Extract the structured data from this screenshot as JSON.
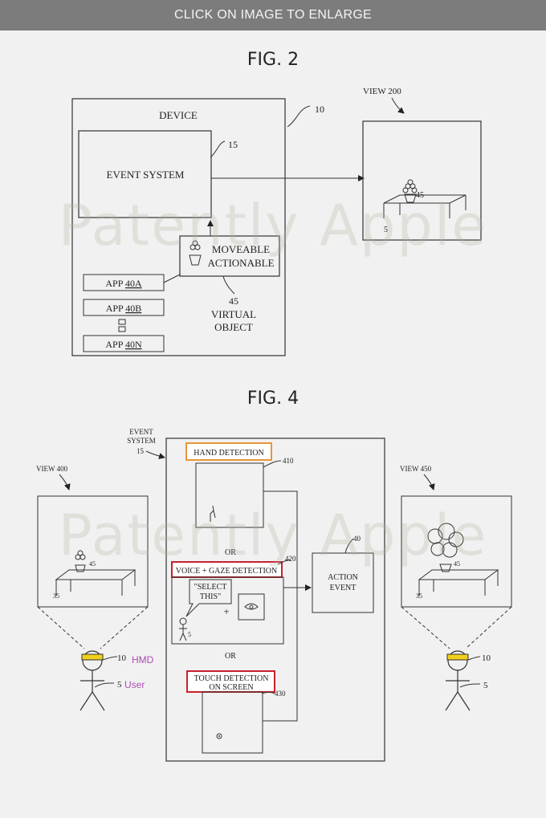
{
  "banner": {
    "label": "CLICK ON IMAGE TO ENLARGE"
  },
  "watermark": "Patently Apple",
  "fig2": {
    "title": "FIG. 2",
    "device_label": "DEVICE",
    "device_ref": "10",
    "event_system_label": "EVENT SYSTEM",
    "event_system_ref": "15",
    "view_label": "VIEW 200",
    "virtual_object_ref_top": "45",
    "table_ref": "5",
    "moveable_line1": "MOVEABLE",
    "moveable_line2": "ACTIONABLE",
    "vo_ref": "45",
    "vo_line1": "VIRTUAL",
    "vo_line2": "OBJECT",
    "apps": [
      {
        "prefix": "APP ",
        "id": "40A"
      },
      {
        "prefix": "APP ",
        "id": "40B"
      },
      {
        "prefix": "APP ",
        "id": "40N"
      }
    ]
  },
  "fig4": {
    "title": "FIG. 4",
    "event_system_line1": "EVENT",
    "event_system_line2": "SYSTEM",
    "event_system_ref": "15",
    "view400_label": "VIEW 400",
    "view450_label": "VIEW 450",
    "object_ref": "45",
    "table_ref": "35",
    "hand_detection": "HAND DETECTION",
    "hand_ref": "410",
    "or1": "OR",
    "voice_gaze": "VOICE + GAZE DETECTION",
    "voice_ref": "420",
    "speech_line1": "\"SELECT",
    "speech_line2": "THIS\"",
    "plus": "+",
    "person_ref_small": "5",
    "or2": "OR",
    "touch_line1": "TOUCH DETECTION",
    "touch_line2": "ON SCREEN",
    "touch_ref": "430",
    "action_line1": "ACTION",
    "action_line2": "EVENT",
    "action_ref": "40",
    "hmd_ref": "10",
    "hmd_label": "HMD",
    "user_ref": "5",
    "user_label": "User",
    "hmd_ref_right": "10",
    "user_ref_right": "5",
    "colors": {
      "orange": "#e8953a",
      "red": "#c8202c",
      "magenta": "#b04bb5",
      "yellow": "#f0cf1e"
    }
  }
}
